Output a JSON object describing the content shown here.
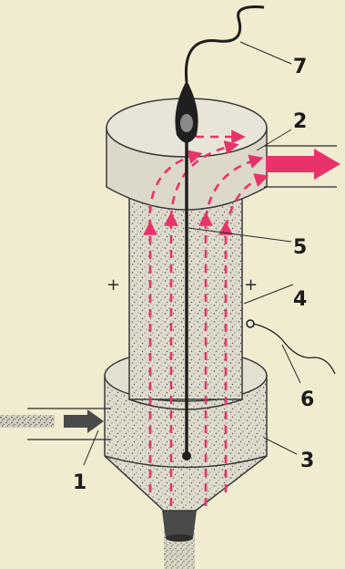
{
  "labels": {
    "inlet": "1",
    "outlet": "2",
    "collector_cone": "3",
    "tube_wall": "4",
    "corona_wire": "5",
    "wall_lead": "6",
    "wire_lead": "7"
  },
  "signs": {
    "left": "+",
    "right": "+"
  },
  "colors": {
    "background": "#f1ecd0",
    "body": "#d9d5c5",
    "stroke": "#3a3a3a",
    "flow": "#e8326a",
    "dust": "#5b5b5b"
  }
}
